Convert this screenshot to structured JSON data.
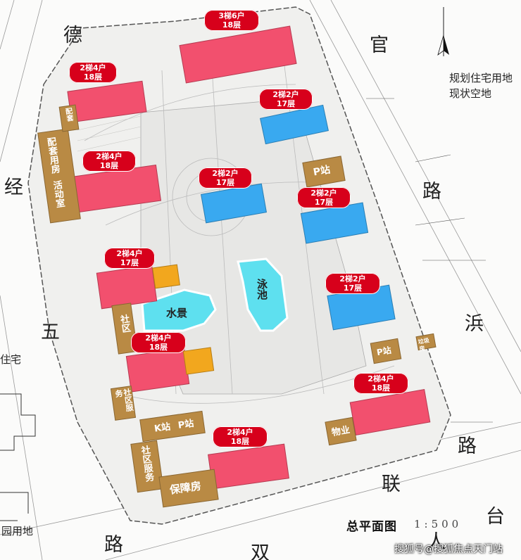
{
  "map": {
    "roads": {
      "dejing_1": "德",
      "dejing_2": "经",
      "dejing_3": "五",
      "dejing_4": "路",
      "guanbin_1": "官",
      "guanbin_2": "路",
      "guanbin_3": "浜",
      "guanbin_4": "路",
      "shuanglian_1": "双",
      "shuanglian_2": "联",
      "shuanglian_3": "人",
      "shuanglian_4": "台"
    },
    "notes": {
      "planned_residential_line1": "规划住宅用地",
      "planned_residential_line2": "现状空地",
      "residential_left": "住宅",
      "park_land": "园用地"
    },
    "buildings": [
      {
        "id": "b1",
        "line1": "3梯6户",
        "line2": "18层",
        "color": "red"
      },
      {
        "id": "b2",
        "line1": "2梯4户",
        "line2": "18层",
        "color": "red"
      },
      {
        "id": "b3",
        "line1": "2梯2户",
        "line2": "17层",
        "color": "blue"
      },
      {
        "id": "b4",
        "line1": "2梯4户",
        "line2": "18层",
        "color": "red"
      },
      {
        "id": "b5",
        "line1": "2梯2户",
        "line2": "17层",
        "color": "blue"
      },
      {
        "id": "b6",
        "line1": "2梯2户",
        "line2": "17层",
        "color": "blue"
      },
      {
        "id": "b7",
        "line1": "2梯4户",
        "line2": "17层",
        "color": "red"
      },
      {
        "id": "b8",
        "line1": "2梯2户",
        "line2": "17层",
        "color": "blue"
      },
      {
        "id": "b9",
        "line1": "2梯4户",
        "line2": "18层",
        "color": "red"
      },
      {
        "id": "b10",
        "line1": "2梯4户",
        "line2": "18层",
        "color": "red"
      },
      {
        "id": "b11",
        "line1": "2梯4户",
        "line2": "18层",
        "color": "red"
      }
    ],
    "facilities": {
      "peitao": "配套用房",
      "huodongshi": "活动室",
      "shequ": "社区",
      "shequ_fuwu": "社区服务",
      "k_station": "K站",
      "p_station_1": "P站",
      "p_station_2": "P站",
      "p_station_3": "P站",
      "shequ_fuwu_2": "社区服务",
      "baozhangfang": "保障房",
      "wuye": "物业",
      "small_tag": "垃圾房",
      "small_left": "配套"
    },
    "landscape": {
      "water": "水景",
      "pool": "泳池"
    },
    "title": "总平面图",
    "scale": "1:500",
    "watermark": "搜狐号@搜狐焦点天门站"
  },
  "colors": {
    "residential_red": "#f2506e",
    "residential_blue": "#39a9f0",
    "facility_brown": "#b98a44",
    "tag_red": "#d7001b",
    "water": "#5ee0ef",
    "orange": "#f2a71e"
  }
}
